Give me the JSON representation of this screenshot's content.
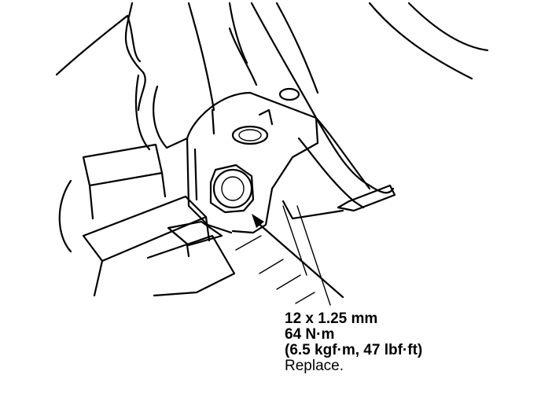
{
  "callout": {
    "size": "12 x 1.25 mm",
    "torque_nm": "64 N·m",
    "torque_alt": "(6.5 kgf·m, 47 lbf·ft)",
    "note": "Replace."
  }
}
